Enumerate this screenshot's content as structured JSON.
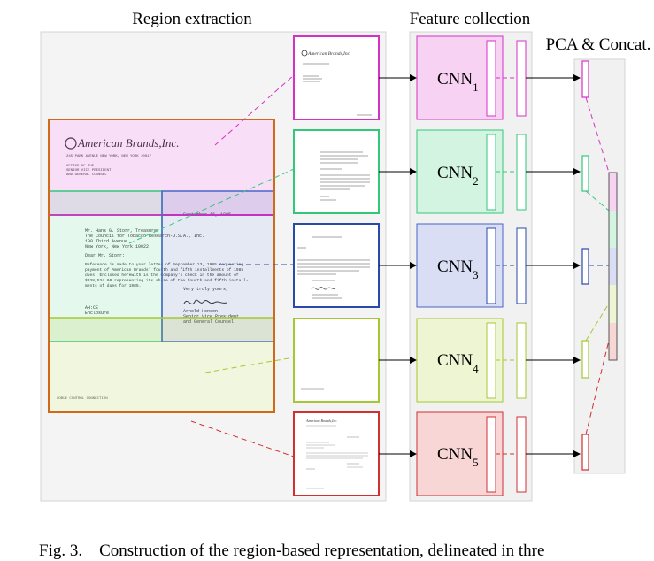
{
  "titles": {
    "region_extraction": "Region extraction",
    "feature_collection": "Feature collection",
    "pca_concat": "PCA & Concat."
  },
  "document": {
    "company": "American Brands,Inc.",
    "address": "245 PARK AVENUE NEW YORK, NEW YORK 10017",
    "office1": "OFFICE OF THE",
    "office2": "SENIOR VICE PRESIDENT",
    "office3": "AND GENERAL COUNSEL",
    "date": "September 16, 1985",
    "recipient": [
      "Mr. Hans G. Storr, Treasurer",
      "The Council for Tobacco Research-U.S.A., Inc.",
      "100 Third Avenue",
      "New York, New York 10022"
    ],
    "salutation": "Dear Mr. Storr:",
    "body": [
      "Reference is made to your letter of September 13, 1985 requesting",
      "payment of American Brands' fourth and fifth installments of 1985",
      "dues. Enclosed herewith is the Company's check in the amount of",
      "$338,534.00 representing its share of the fourth and fifth install-",
      "ments of dues for 1985."
    ],
    "closing": "Very truly yours,",
    "signer_name": "Arnold Henson",
    "signer_title1": "Senior Vice President",
    "signer_title2": "and General Counsel",
    "initials": "AH:CE",
    "enclosure": "Enclosure",
    "footer": "GOBLE CONTROL CONNECTION"
  },
  "cnn": {
    "label": "CNN",
    "subs": [
      "1",
      "2",
      "3",
      "4",
      "5"
    ]
  },
  "region_colors": [
    "#d631c6",
    "#33c77a",
    "#2a4aa8",
    "#a5c832",
    "#d03030"
  ],
  "caption": {
    "fig": "Fig. 3.",
    "text": "Construction of the region-based representation, delineated in thre"
  }
}
